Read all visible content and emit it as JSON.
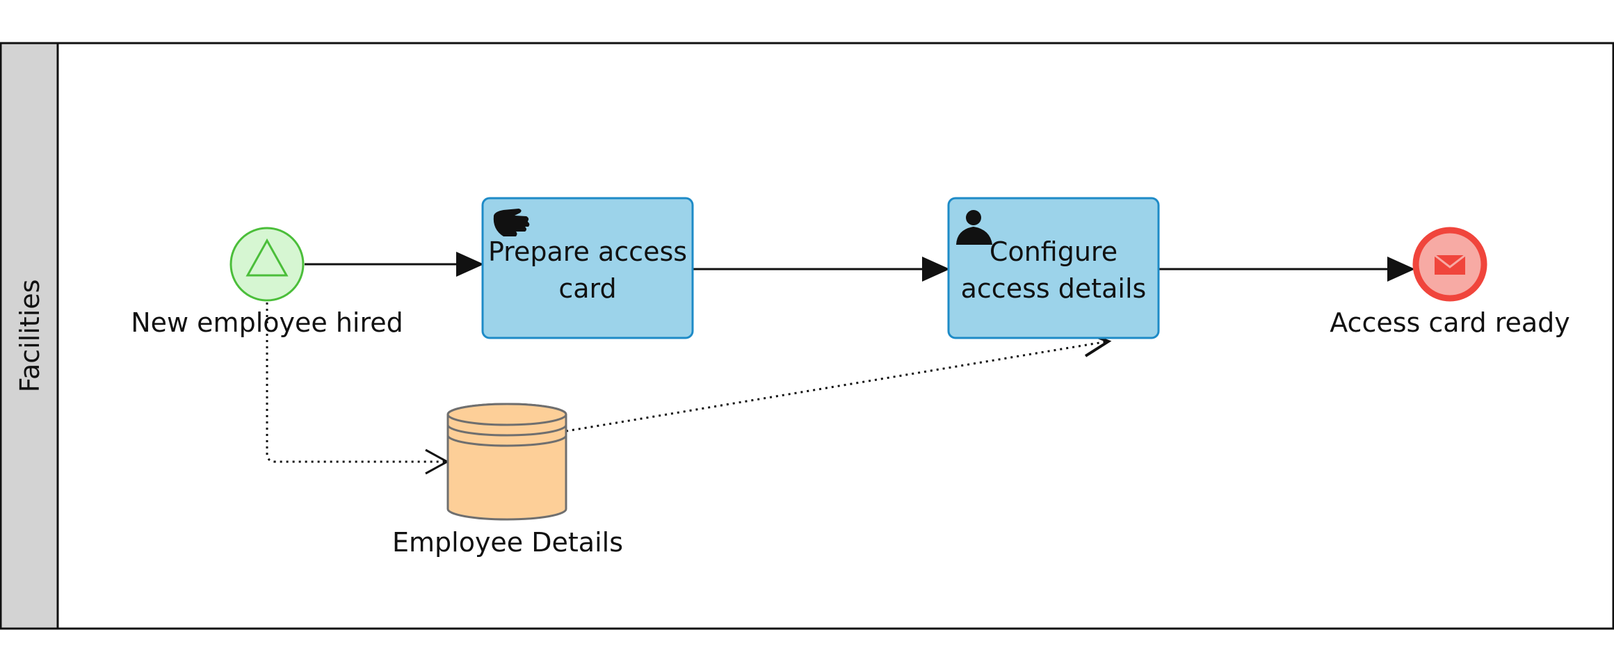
{
  "pool": {
    "lane_label": "Facilities"
  },
  "nodes": {
    "start_event": {
      "label": "New employee hired"
    },
    "task_prepare": {
      "label_line1": "Prepare access",
      "label_line2": "card"
    },
    "task_configure": {
      "label_line1": "Configure",
      "label_line2": "access details"
    },
    "end_event": {
      "label": "Access card ready"
    },
    "data_store": {
      "label": "Employee Details"
    }
  },
  "colors": {
    "lane_header": "#d3d3d3",
    "task_fill": "#9cd3ea",
    "task_stroke": "#1e8bc7",
    "start_fill": "#d6f6d2",
    "start_stroke": "#4bbe3a",
    "end_fill": "#f7aaa4",
    "end_stroke": "#f0453c",
    "datastore_fill": "#fdcf98",
    "datastore_stroke": "#6f6f6f"
  }
}
